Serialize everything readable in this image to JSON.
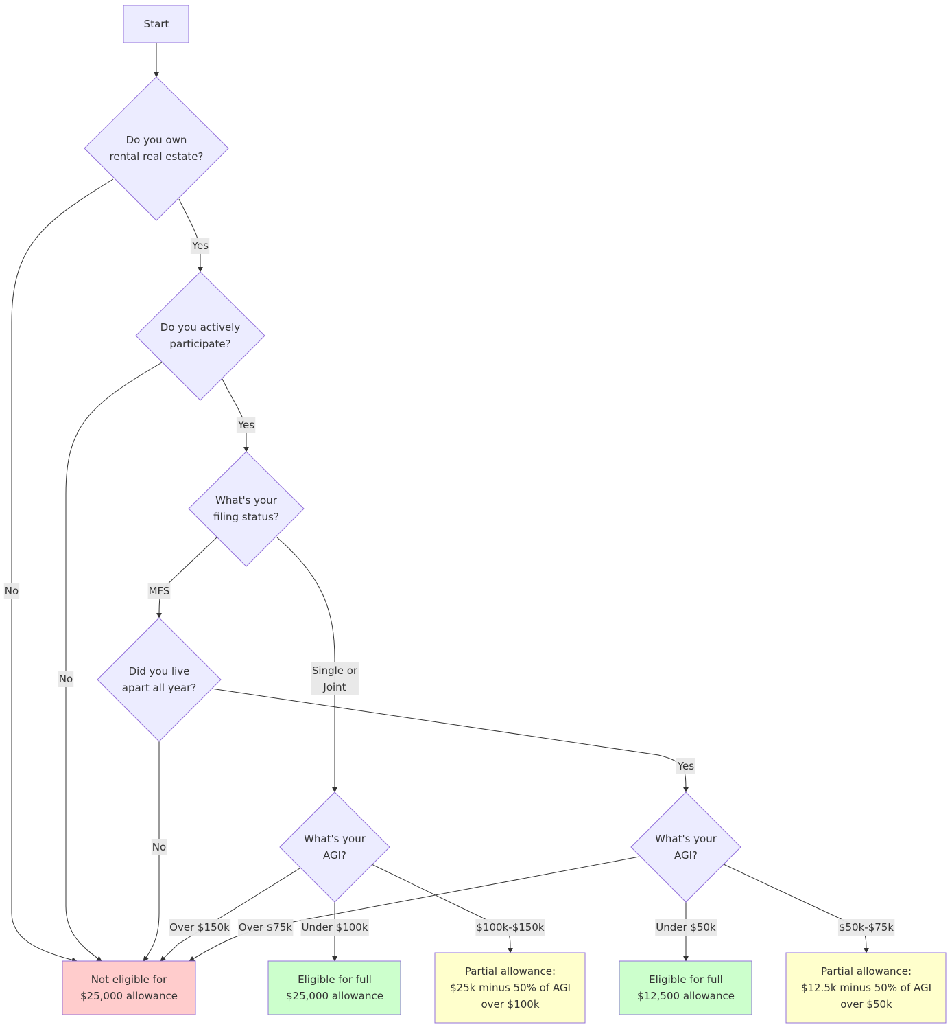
{
  "title": "Passive Activity Loss Special Allowance Flowchart",
  "colors": {
    "decision_fill": "#ECECFF",
    "decision_stroke": "#9370DB",
    "not_eligible_fill": "#FFCCCC",
    "eligible_fill": "#CCFFCC",
    "partial_fill": "#FFFFCC",
    "edge": "#333333",
    "edge_label_bg": "#E8E8E8"
  },
  "nodes": {
    "start": {
      "lines": [
        "Start"
      ]
    },
    "own_rental": {
      "lines": [
        "Do you own",
        "rental real estate?"
      ]
    },
    "active": {
      "lines": [
        "Do you actively",
        "participate?"
      ]
    },
    "filing": {
      "lines": [
        "What's your",
        "filing status?"
      ]
    },
    "apart": {
      "lines": [
        "Did you live",
        "apart all year?"
      ]
    },
    "agi_joint": {
      "lines": [
        "What's your",
        "AGI?"
      ]
    },
    "agi_mfs": {
      "lines": [
        "What's your",
        "AGI?"
      ]
    },
    "not_eligible": {
      "lines": [
        "Not eligible for",
        "$25,000 allowance"
      ]
    },
    "eligible_25": {
      "lines": [
        "Eligible for full",
        "$25,000 allowance"
      ]
    },
    "partial_25": {
      "lines": [
        "Partial allowance:",
        "$25k minus 50% of AGI",
        "over $100k"
      ]
    },
    "eligible_12": {
      "lines": [
        "Eligible for full",
        "$12,500 allowance"
      ]
    },
    "partial_12": {
      "lines": [
        "Partial allowance:",
        "$12.5k minus 50% of AGI",
        "over $50k"
      ]
    }
  },
  "edges": {
    "start_own": {
      "lines": []
    },
    "own_yes": {
      "lines": [
        "Yes"
      ]
    },
    "own_no": {
      "lines": [
        "No"
      ]
    },
    "active_yes": {
      "lines": [
        "Yes"
      ]
    },
    "active_no": {
      "lines": [
        "No"
      ]
    },
    "filing_mfs": {
      "lines": [
        "MFS"
      ]
    },
    "filing_single": {
      "lines": [
        "Single or",
        "Joint"
      ]
    },
    "apart_yes": {
      "lines": [
        "Yes"
      ]
    },
    "apart_no": {
      "lines": [
        "No"
      ]
    },
    "agij_over": {
      "lines": [
        "Over $150k"
      ]
    },
    "agij_under": {
      "lines": [
        "Under $100k"
      ]
    },
    "agij_mid": {
      "lines": [
        "$100k-$150k"
      ]
    },
    "agim_over": {
      "lines": [
        "Over $75k"
      ]
    },
    "agim_under": {
      "lines": [
        "Under $50k"
      ]
    },
    "agim_mid": {
      "lines": [
        "$50k-$75k"
      ]
    }
  }
}
